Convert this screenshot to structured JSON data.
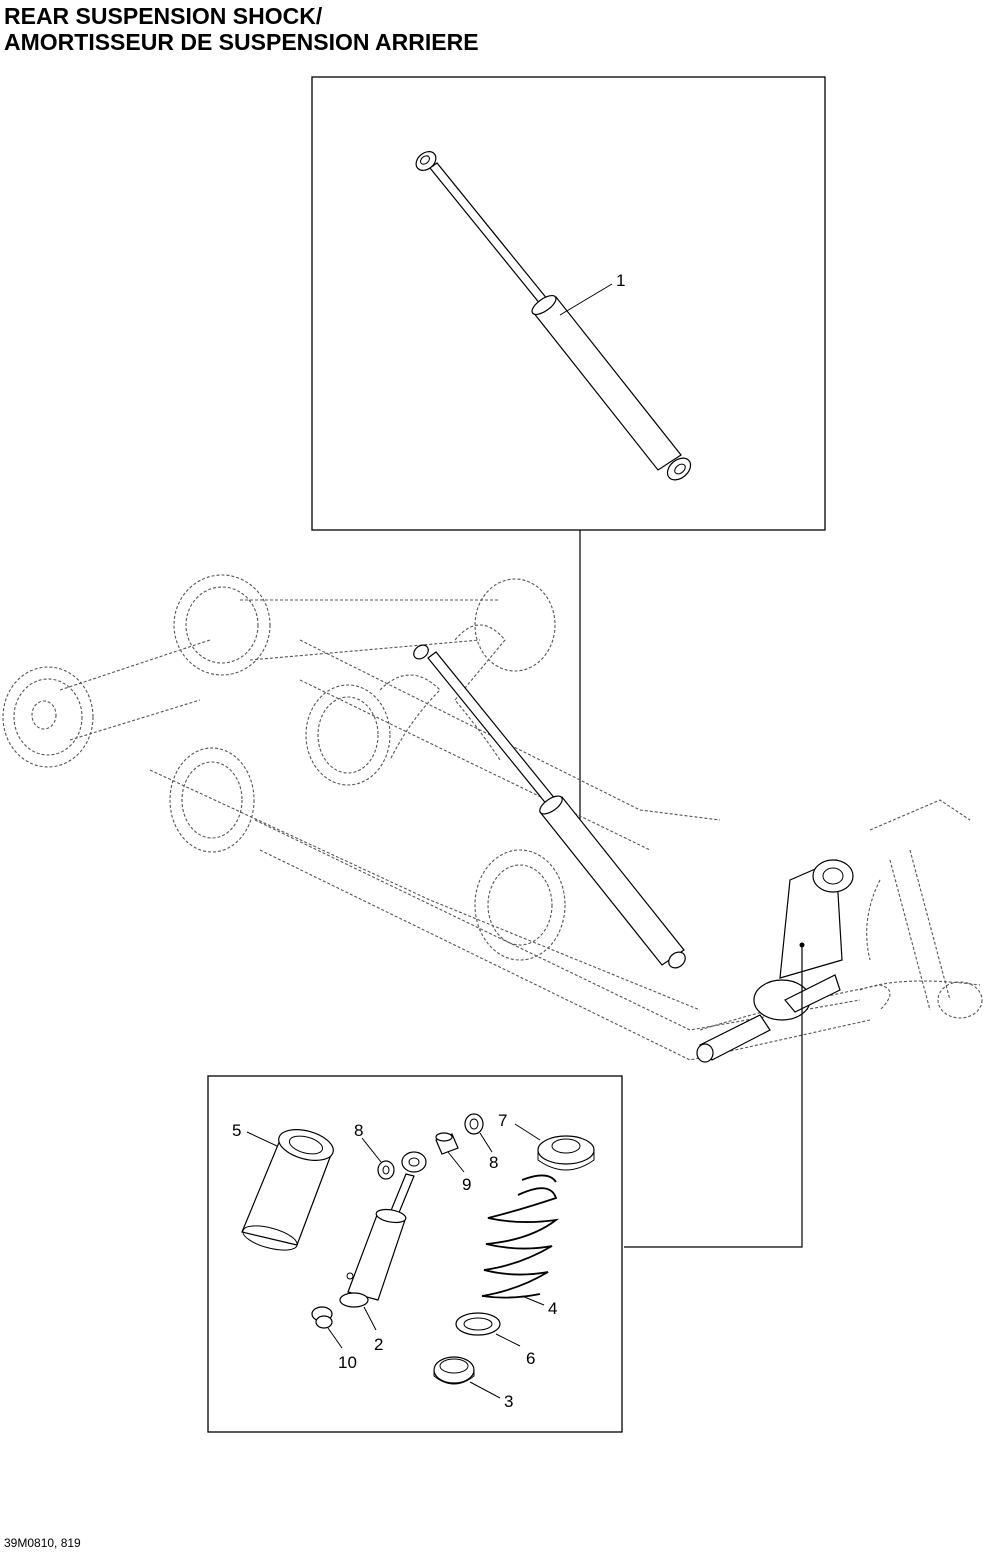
{
  "title": {
    "line1": "REAR SUSPENSION SHOCK/",
    "line2": "AMORTISSEUR DE SUSPENSION ARRIERE"
  },
  "callouts": {
    "c1": "1",
    "c2": "2",
    "c3": "3",
    "c4": "4",
    "c5": "5",
    "c6": "6",
    "c7": "7",
    "c8a": "8",
    "c8b": "8",
    "c9": "9",
    "c10": "10"
  },
  "footer": {
    "code": "39M0810, 819"
  }
}
